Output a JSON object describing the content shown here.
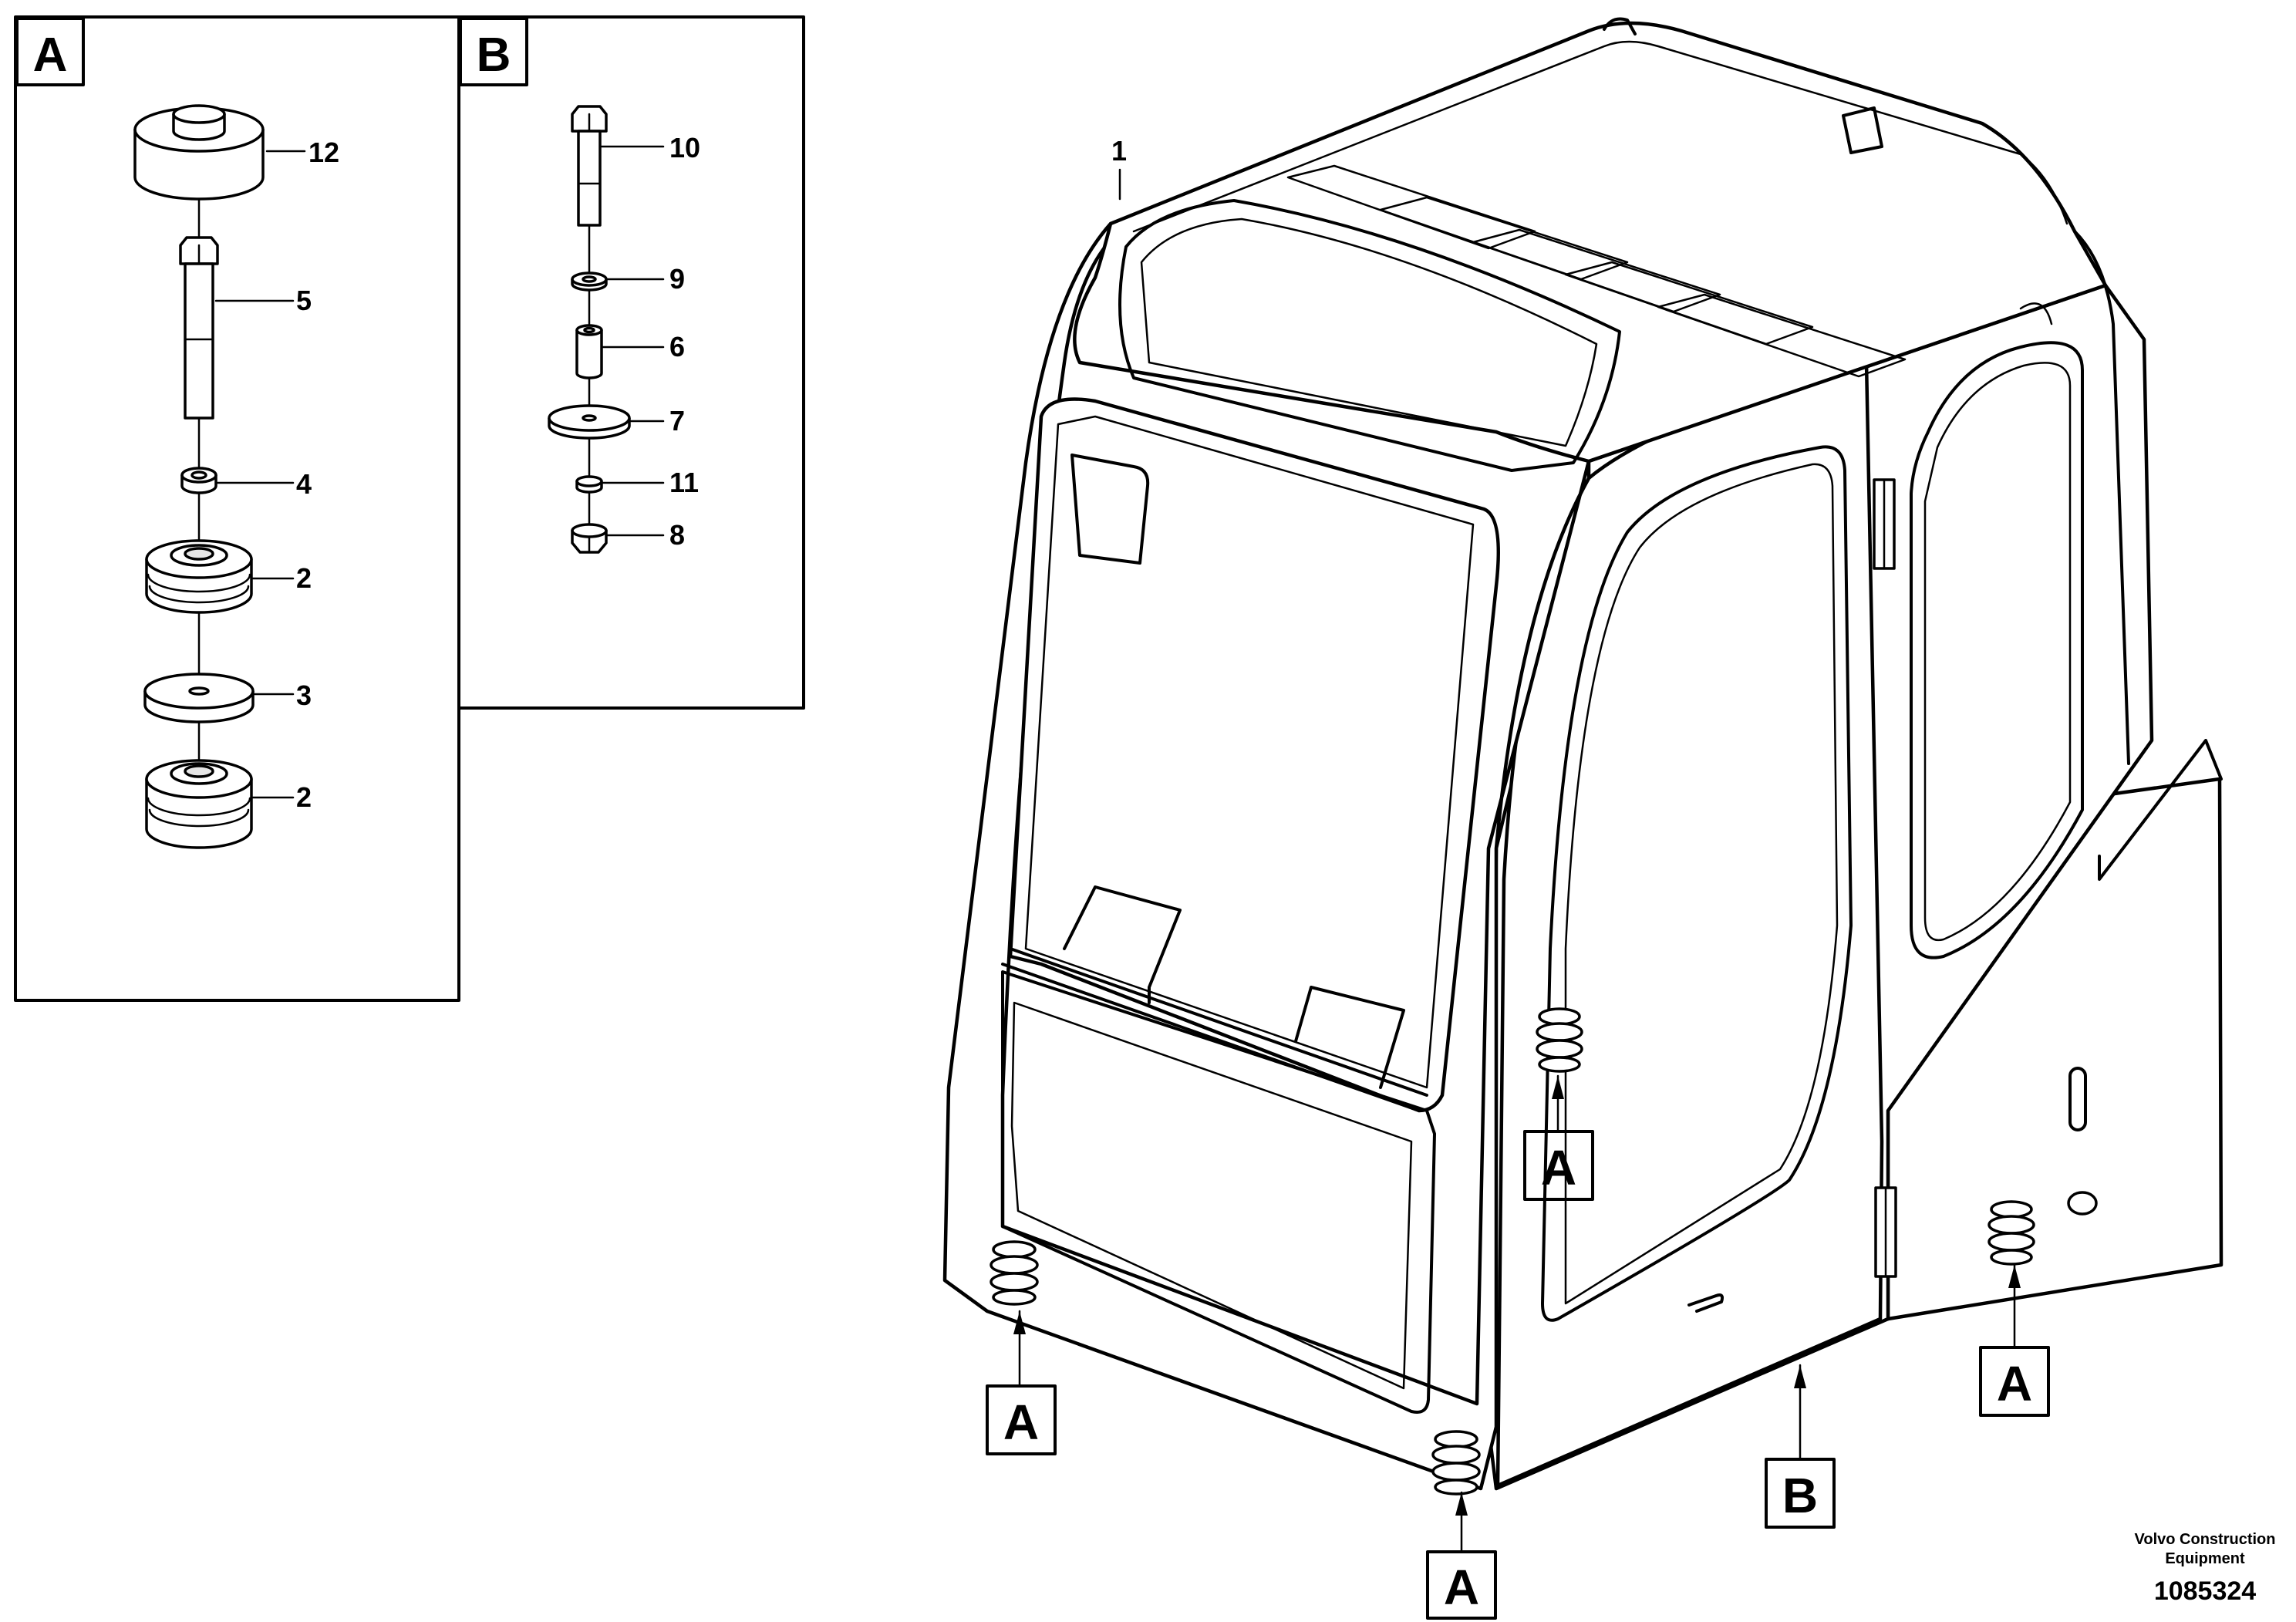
{
  "panels": {
    "a": {
      "letter": "A"
    },
    "b": {
      "letter": "B"
    }
  },
  "callouts_a": [
    "12",
    "5",
    "4",
    "2",
    "3",
    "2"
  ],
  "callouts_b": [
    "10",
    "9",
    "6",
    "7",
    "11",
    "8"
  ],
  "cab": {
    "callout": "1",
    "mount_markers": [
      "A",
      "A",
      "A",
      "A"
    ],
    "panel_marker": "B"
  },
  "footer": {
    "company_line1": "Volvo Construction",
    "company_line2": "Equipment",
    "document_number": "1085324"
  }
}
